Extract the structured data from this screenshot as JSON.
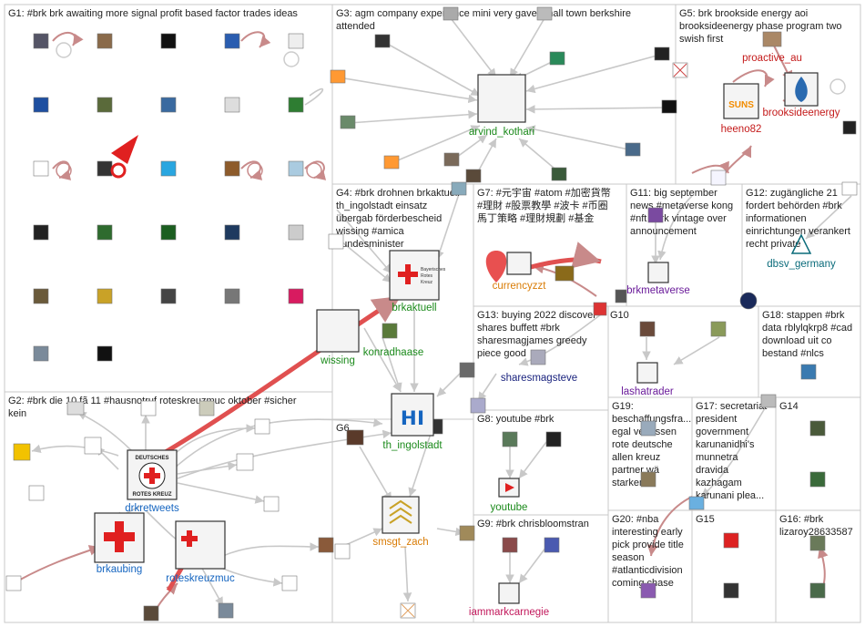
{
  "groups": [
    {
      "id": "G1",
      "text": "G1: #brk brk awaiting more signal profit based factor trades ideas"
    },
    {
      "id": "G2",
      "text": "G2: #brk die 10 fã 11 #hausnotruf roteskreuzmuc oktober #sicher"
    },
    {
      "id": "G2b",
      "text": "kein"
    },
    {
      "id": "G3",
      "text": "G3: agm company experience mini very gave small town berkshire"
    },
    {
      "id": "G3b",
      "text": "attended"
    },
    {
      "id": "G4",
      "text": "G4: #brk drohnen brkaktuell"
    },
    {
      "id": "G4b",
      "text": "th_ingolstadt einsatz"
    },
    {
      "id": "G4c",
      "text": "übergab förderbescheid"
    },
    {
      "id": "G4d",
      "text": "wissing #amica"
    },
    {
      "id": "G4e",
      "text": "bundesminister"
    },
    {
      "id": "G5",
      "text": "G5: brk brookside energy aoi"
    },
    {
      "id": "G5b",
      "text": "brooksideenergy phase program two"
    },
    {
      "id": "G5c",
      "text": "swish first"
    },
    {
      "id": "G6",
      "text": "G6"
    },
    {
      "id": "G7",
      "text": "G7: #元宇宙 #atom #加密貨幣"
    },
    {
      "id": "G7b",
      "text": "#理財 #股票教學 #波卡 #币圈"
    },
    {
      "id": "G7c",
      "text": "馬丁策略 #理財規劃 #基金"
    },
    {
      "id": "G8",
      "text": "G8: youtube #brk"
    },
    {
      "id": "G9",
      "text": "G9: #brk chrisbloomstran"
    },
    {
      "id": "G10",
      "text": "G10"
    },
    {
      "id": "G11",
      "text": "G11: big september"
    },
    {
      "id": "G11b",
      "text": "news #metaverse kong"
    },
    {
      "id": "G11c",
      "text": "#nft #brk vintage over"
    },
    {
      "id": "G11d",
      "text": "announcement"
    },
    {
      "id": "G12",
      "text": "G12: zugängliche 21"
    },
    {
      "id": "G12b",
      "text": "fordert behörden #brk"
    },
    {
      "id": "G12c",
      "text": "informationen"
    },
    {
      "id": "G12d",
      "text": "einrichtungen verankert"
    },
    {
      "id": "G12e",
      "text": "recht private"
    },
    {
      "id": "G13",
      "text": "G13: buying 2022 discover"
    },
    {
      "id": "G13b",
      "text": "shares buffett #brk"
    },
    {
      "id": "G13c",
      "text": "sharesmagjames greedy"
    },
    {
      "id": "G13d",
      "text": "piece good"
    },
    {
      "id": "G14",
      "text": "G14"
    },
    {
      "id": "G15",
      "text": "G15"
    },
    {
      "id": "G16",
      "text": "G16: #brk"
    },
    {
      "id": "G16b",
      "text": "lizaroy28633587"
    },
    {
      "id": "G17",
      "text": "G17: secretariat"
    },
    {
      "id": "G17b",
      "text": "president"
    },
    {
      "id": "G17c",
      "text": "government"
    },
    {
      "id": "G17d",
      "text": "karunanidhi's"
    },
    {
      "id": "G17e",
      "text": "munnetra"
    },
    {
      "id": "G17f",
      "text": "dravida"
    },
    {
      "id": "G17g",
      "text": "kazhagam"
    },
    {
      "id": "G17h",
      "text": "karunani plea..."
    },
    {
      "id": "G18",
      "text": "G18: stappen #brk"
    },
    {
      "id": "G18b",
      "text": "data rblylqkrp8 #cad"
    },
    {
      "id": "G18c",
      "text": "download uit co"
    },
    {
      "id": "G18d",
      "text": "bestand #nlcs"
    },
    {
      "id": "G19",
      "text": "G19:"
    },
    {
      "id": "G19b",
      "text": "beschaffungsfra..."
    },
    {
      "id": "G19c",
      "text": "egal verlassen"
    },
    {
      "id": "G19d",
      "text": "rote deutsche"
    },
    {
      "id": "G19e",
      "text": "allen kreuz"
    },
    {
      "id": "G19f",
      "text": "partner wä"
    },
    {
      "id": "G19g",
      "text": "starken"
    },
    {
      "id": "G20",
      "text": "G20: #nba"
    },
    {
      "id": "G20b",
      "text": "interesting early"
    },
    {
      "id": "G20c",
      "text": "pick provide title"
    },
    {
      "id": "G20d",
      "text": "season"
    },
    {
      "id": "G20e",
      "text": "#atlanticdivision"
    },
    {
      "id": "G20f",
      "text": "coming chase"
    }
  ],
  "vertices": {
    "arvind_kothari": "arvind_kothari",
    "proactive_au": "proactive_au",
    "brooksideenergy": "brooksideenergy",
    "heeno82": "heeno82",
    "currencyzzt": "currencyzzt",
    "brkmetaverse": "brkmetaverse",
    "dbsv_germany": "dbsv_germany",
    "brkaktuell": "brkaktuell",
    "konradhaase": "konradhaase",
    "wissing": "wissing",
    "sharesmagsteve": "sharesmagsteve",
    "lashatrader": "lashatrader",
    "th_ingolstadt": "th_ingolstadt",
    "drkretweets": "drkretweets",
    "brkaubing": "brkaubing",
    "roteskreuzmuc": "roteskreuzmuc",
    "smsgt_zach": "smsgt_zach",
    "youtube": "youtube",
    "iammarkcarnegie": "iammarkcarnegie"
  },
  "image_text": {
    "drk_logo_line1": "DEUTSCHES",
    "drk_logo_line2": "ROTES KREUZ",
    "brk_logo_line1": "Bayerisches",
    "brk_logo_line2": "Rotes",
    "brk_logo_line3": "Kreuz",
    "suns_text": "SUNS",
    "th_logo": "ʜı"
  },
  "colors": {
    "group_box": "#c9c9c9",
    "edge": "#c8c8c8",
    "edge_red": "#c88a8a",
    "edge_strong": "#e05050",
    "label_green": "#1b8a1b",
    "label_red": "#c41a1a",
    "label_orange": "#d97c06",
    "label_purple": "#6a1b9a",
    "label_blue": "#1565c0",
    "label_teal": "#0a6b7a",
    "label_navy": "#1a237e",
    "label_magenta": "#c2185b"
  }
}
